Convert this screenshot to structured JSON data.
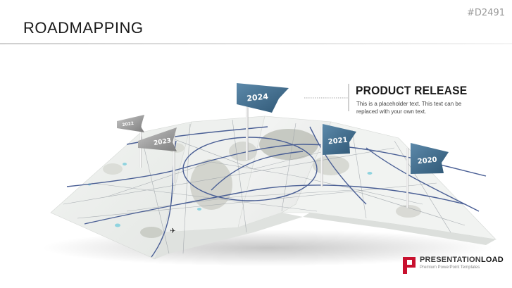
{
  "slide": {
    "title": "ROADMAPPING",
    "code": "#D2491",
    "callout": {
      "title": "PRODUCT RELEASE",
      "text": "This is a placeholder text. This text can be replaced with your own text."
    },
    "flags": [
      {
        "label": "2022"
      },
      {
        "label": "2023"
      },
      {
        "label": "2024"
      },
      {
        "label": "2021"
      },
      {
        "label": "2020"
      }
    ],
    "logo": {
      "name_part1": "PRESENTATION",
      "name_part2": "LOAD",
      "tagline": "Premium PowerPoint Templates"
    }
  },
  "colors": {
    "flag_blue": "#3f6e8f",
    "flag_grey": "#9a9a9a",
    "logo_red": "#c8102e",
    "road_blue": "#4a5f95"
  }
}
